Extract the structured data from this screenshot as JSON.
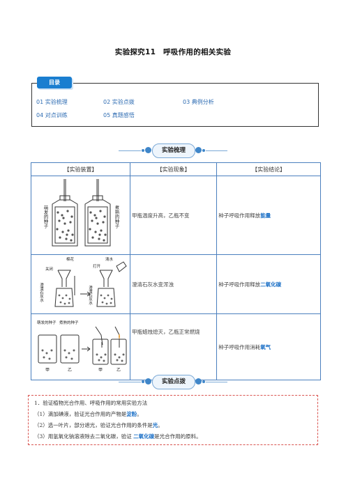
{
  "title": "实验探究11　呼吸作用的相关实验",
  "toc": {
    "label": "目录",
    "items": [
      "01 实验梳理",
      "02 实验点拨",
      "03 典例分析",
      "04 对点训练",
      "05 真题感悟"
    ]
  },
  "sections": {
    "s1": "实验梳理",
    "s2": "实验点拨"
  },
  "table": {
    "headers": [
      "【实验装置】",
      "【实验现象】",
      "【实验结论】"
    ],
    "rows": [
      {
        "labels": {
          "left": "萌发的种子",
          "right": "煮熟的种子"
        },
        "observation": "甲瓶温度升高，乙瓶不变",
        "conclusion_pre": "种子呼吸作用释放",
        "keyword": "能量"
      },
      {
        "labels": {
          "close": "关闭",
          "cotton": "棉花",
          "open": "打开",
          "water": "清水",
          "limewater": "澄清石灰水"
        },
        "observation": "澄清石灰水变浑浊",
        "conclusion_pre": "种子呼吸作用释放",
        "keyword": "二氧化碳"
      },
      {
        "labels": {
          "a_seed": "萌发的种子",
          "b_seed": "煮熟的种子",
          "jia": "甲",
          "yi": "乙"
        },
        "observation": "甲瓶蜡烛熄灭，乙瓶正常燃烧",
        "conclusion_pre": "种子呼吸作用消耗",
        "keyword": "氧气"
      }
    ]
  },
  "method": {
    "heading": "1．验证植物光合作用、呼吸作用的常用实验方法",
    "l1_pre": "（1）滴加碘液，验证光合作用的产物是",
    "l1_kw": "淀粉",
    "l1_post": "。",
    "l2_pre": "（2）选一叶片，部分遮光，验证光合作用的条件是",
    "l2_kw": "光",
    "l2_post": "。",
    "l3_pre": "（3）用氢氧化钠溶液除去二氧化碳，验证 ",
    "l3_kw": "二氧化碳",
    "l3_post": "是光合作用的原料。"
  },
  "colors": {
    "accent": "#1a7ed0",
    "border": "#4a7fbe",
    "keyword": "#1a6fc6",
    "dashed": "#d9534f"
  }
}
